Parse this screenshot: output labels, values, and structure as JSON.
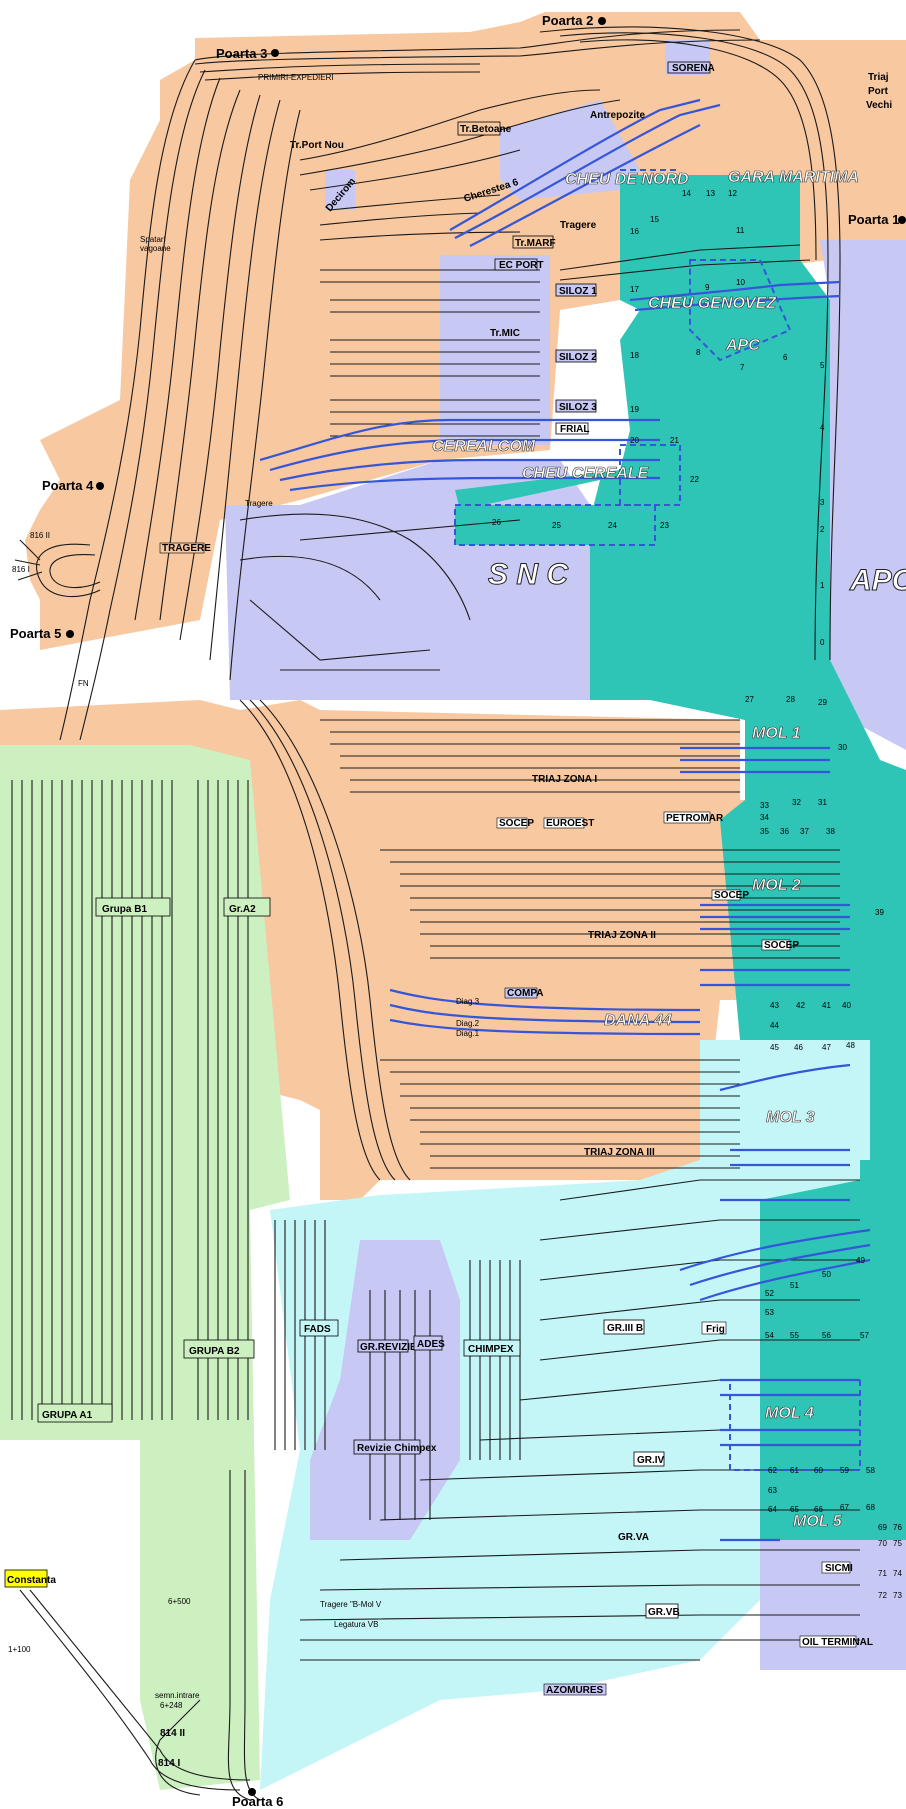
{
  "gates": [
    "Poarta 1",
    "Poarta 2",
    "Poarta 3",
    "Poarta 4",
    "Poarta 5",
    "Poarta 6"
  ],
  "zones": {
    "snc": "S N C",
    "apc": "APC",
    "apc_small": "APC",
    "cheu_de_nord": "CHEU DE NORD",
    "gara_maritima": "GARA MARITIMA",
    "cheu_genovez": "CHEU GENOVEZ",
    "cheu_cereale": "CHEU CEREALE",
    "cerealcom": "CEREALCOM",
    "mol1": "MOL 1",
    "mol2": "MOL 2",
    "mol3": "MOL 3",
    "mol4": "MOL 4",
    "mol5": "MOL 5",
    "dana44": "DANA 44"
  },
  "groups": {
    "grupa_b1": "Grupa B1",
    "gr_a2": "Gr.A2",
    "grupa_b2": "GRUPA B2",
    "grupa_a1": "GRUPA A1",
    "fads": "FADS",
    "chimpex": "CHIMPEX",
    "gr_iii_b": "GR.III B",
    "gr_iv": "GR.IV",
    "gr_va": "GR.VA",
    "gr_vb": "GR.VB",
    "gr_revizie": "GR.REVIZIE",
    "ades": "ADES",
    "revizie_chimpex": "Revizie Chimpex"
  },
  "triaj": {
    "zona1": "TRIAJ ZONA I",
    "zona2": "TRIAJ ZONA II",
    "zona3": "TRIAJ ZONA III",
    "port_vechi": [
      "Triaj",
      "Port",
      "Vechi"
    ]
  },
  "labels": {
    "primiri_expedieri": "PRIMIRI-EXPEDIERI",
    "antrepozite": "Antrepozite",
    "tr_betoane": "Tr.Betoane",
    "tr_port_nou": "Tr.Port Nou",
    "decirom": "Decirom",
    "cherestea": "Cherestea 6",
    "tragere": "Tragere",
    "tr_marf": "Tr.MARF",
    "ec_port": "EC PORT",
    "siloz1": "SILOZ 1",
    "siloz2": "SILOZ 2",
    "siloz3": "SILOZ 3",
    "tr_mic": "Tr.MIC",
    "frial": "FRIAL",
    "sorena": "SORENA",
    "socep": "SOCEP",
    "euroest": "EUROEST",
    "petromar": "PETROMAR",
    "compa": "COMPA",
    "frig": "Frig",
    "sicmi": "SICMI",
    "oil_terminal": "OIL TERMINAL",
    "azomures": "AZOMURES",
    "constanta": "Constanta",
    "tragere_mol5": "Tragere \"B-Mol V",
    "legatura_vb": "Legatura VB",
    "semn_intrare": [
      "semn.intrare",
      "6+248"
    ],
    "km_6500": "6+500",
    "km_1100": "1+100",
    "spatari": [
      "Spatari",
      "vagoane"
    ],
    "line_814_2": "814 II",
    "line_814_1": "814 I",
    "line_816_2": "816 II",
    "line_816_1": "816 I",
    "diag3": "Diag.3",
    "diag2": "Diag.2",
    "diag1": "Diag.1",
    "tragere_snc": "Tragere",
    "tragere_grupa": "TRAGERE",
    "fn": "FN"
  },
  "quay_numbers": [
    "0",
    "1",
    "2",
    "3",
    "4",
    "5",
    "6",
    "7",
    "8",
    "9",
    "10",
    "11",
    "12",
    "13",
    "14",
    "15",
    "16",
    "17",
    "18",
    "19",
    "20",
    "21",
    "22",
    "23",
    "24",
    "25",
    "26",
    "27",
    "28",
    "29",
    "30",
    "31",
    "32",
    "33",
    "34",
    "35",
    "36",
    "37",
    "38",
    "39",
    "40",
    "41",
    "42",
    "43",
    "44",
    "45",
    "46",
    "47",
    "48",
    "49",
    "50",
    "51",
    "52",
    "53",
    "54",
    "55",
    "56",
    "57",
    "58",
    "59",
    "60",
    "61",
    "62",
    "63",
    "64",
    "65",
    "66",
    "67",
    "68",
    "69",
    "70",
    "71",
    "72",
    "73",
    "74",
    "75",
    "76"
  ],
  "colors": {
    "orange": "#f8c8a0",
    "lavender": "#c8c8f5",
    "teal": "#2ec4b6",
    "green": "#cdf0c0",
    "cyan": "#c4f6f8",
    "blue_track": "#3556d8",
    "yellow": "#ffff00"
  }
}
